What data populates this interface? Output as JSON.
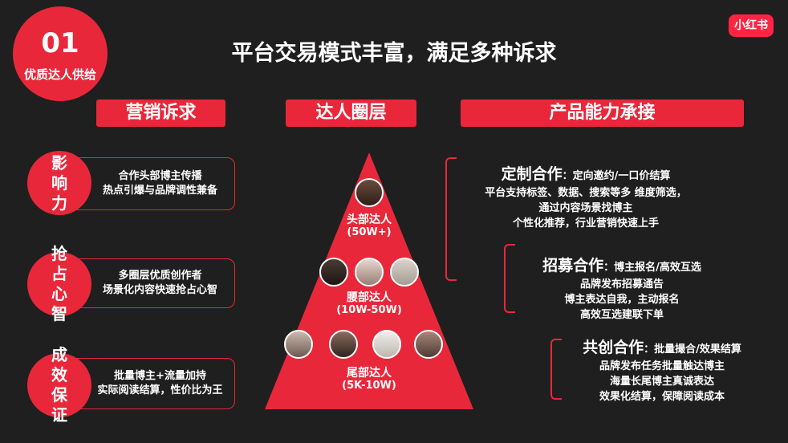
{
  "badge": {
    "number": "01",
    "label": "优质达人供给"
  },
  "title": "平台交易模式丰富，满足多种诉求",
  "logo": {
    "text": "小红书",
    "color": "#ff2442"
  },
  "accent_color": "#e8283a",
  "headers": {
    "left": "营销诉求",
    "middle": "达人圈层",
    "right": "产品能力承接"
  },
  "demands": [
    {
      "label": "影响力",
      "lines": [
        "合作头部博主传播",
        "热点引爆与品牌调性兼备"
      ]
    },
    {
      "label": "抢占心智",
      "lines": [
        "多圈层优质创作者",
        "场景化内容快速抢占心智"
      ]
    },
    {
      "label": "成效保证",
      "lines": [
        "批量博主+流量加持",
        "实际阅读结算，性价比为王"
      ]
    }
  ],
  "pyramid": {
    "tiers": [
      {
        "name": "头部达人",
        "range": "(50W+)",
        "avatars": [
          "avatar-icon"
        ]
      },
      {
        "name": "腰部达人",
        "range": "(10W-50W)",
        "avatars": [
          "avatar-icon",
          "avatar-icon",
          "cat-avatar-icon"
        ]
      },
      {
        "name": "尾部达人",
        "range": "(5K-10W)",
        "avatars": [
          "avatar-icon",
          "avatar-icon",
          "cat-avatar-icon",
          "avatar-icon"
        ]
      }
    ]
  },
  "capabilities": [
    {
      "name": "定制合作",
      "summary": "：定向邀约/一口价结算",
      "lines": [
        "平台支持标签、数据、搜索等多    维度筛选，",
        "通过内容场景找博主",
        "个性化推荐，行业营销快速上手"
      ]
    },
    {
      "name": "招募合作",
      "summary": "：博主报名/高效互选",
      "lines": [
        "品牌发布招募通告",
        "博主表达自我，主动报名",
        "高效互选建联下单"
      ]
    },
    {
      "name": "共创合作",
      "summary": "：批量撮合/效果结算",
      "lines": [
        "品牌发布任务批量触达博主",
        "海量长尾博主真诚表达",
        "效果化结算，保障阅读成本"
      ]
    }
  ]
}
